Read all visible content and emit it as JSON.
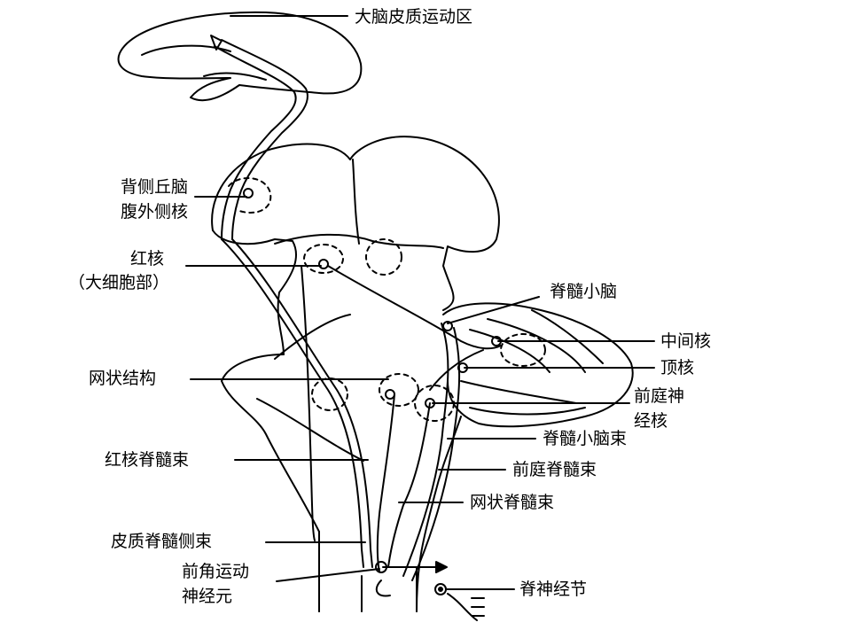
{
  "labels": {
    "motor_cortex": "大脑皮质运动区",
    "thalamus_line1": "背侧丘脑",
    "thalamus_line2": "腹外侧核",
    "red_nucleus_line1": "红核",
    "red_nucleus_line2": "（大细胞部）",
    "spinocerebellum": "脊髓小脑",
    "interposed_nucleus": "中间核",
    "fastigial_nucleus": "顶核",
    "reticular_formation": "网状结构",
    "vestibular_line1": "前庭神",
    "vestibular_line2": "经核",
    "spinocerebellar_tract": "脊髓小脑束",
    "vestibulospinal_tract": "前庭脊髓束",
    "rubrospinal_tract": "红核脊髓束",
    "reticulospinal_tract": "网状脊髓束",
    "lateral_corticospinal_tract": "皮质脊髓侧束",
    "motor_neuron_line1": "前角运动",
    "motor_neuron_line2": "神经元",
    "spinal_ganglion": "脊神经节"
  },
  "colors": {
    "ink": "#000000",
    "background": "#ffffff"
  }
}
